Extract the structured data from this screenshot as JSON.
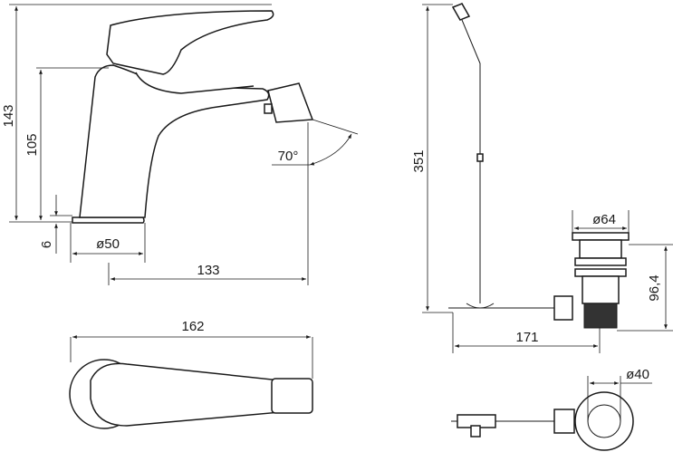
{
  "dimensions": {
    "faucet_total_height": "143",
    "spout_height": "105",
    "base_height": "6",
    "base_diameter": "ø50",
    "spout_reach": "133",
    "spout_angle": "70°",
    "top_view_length": "162",
    "rod_height": "351",
    "waste_diameter": "ø64",
    "waste_height": "96,4",
    "rod_reach": "171",
    "waste_inner_diameter": "ø40"
  }
}
